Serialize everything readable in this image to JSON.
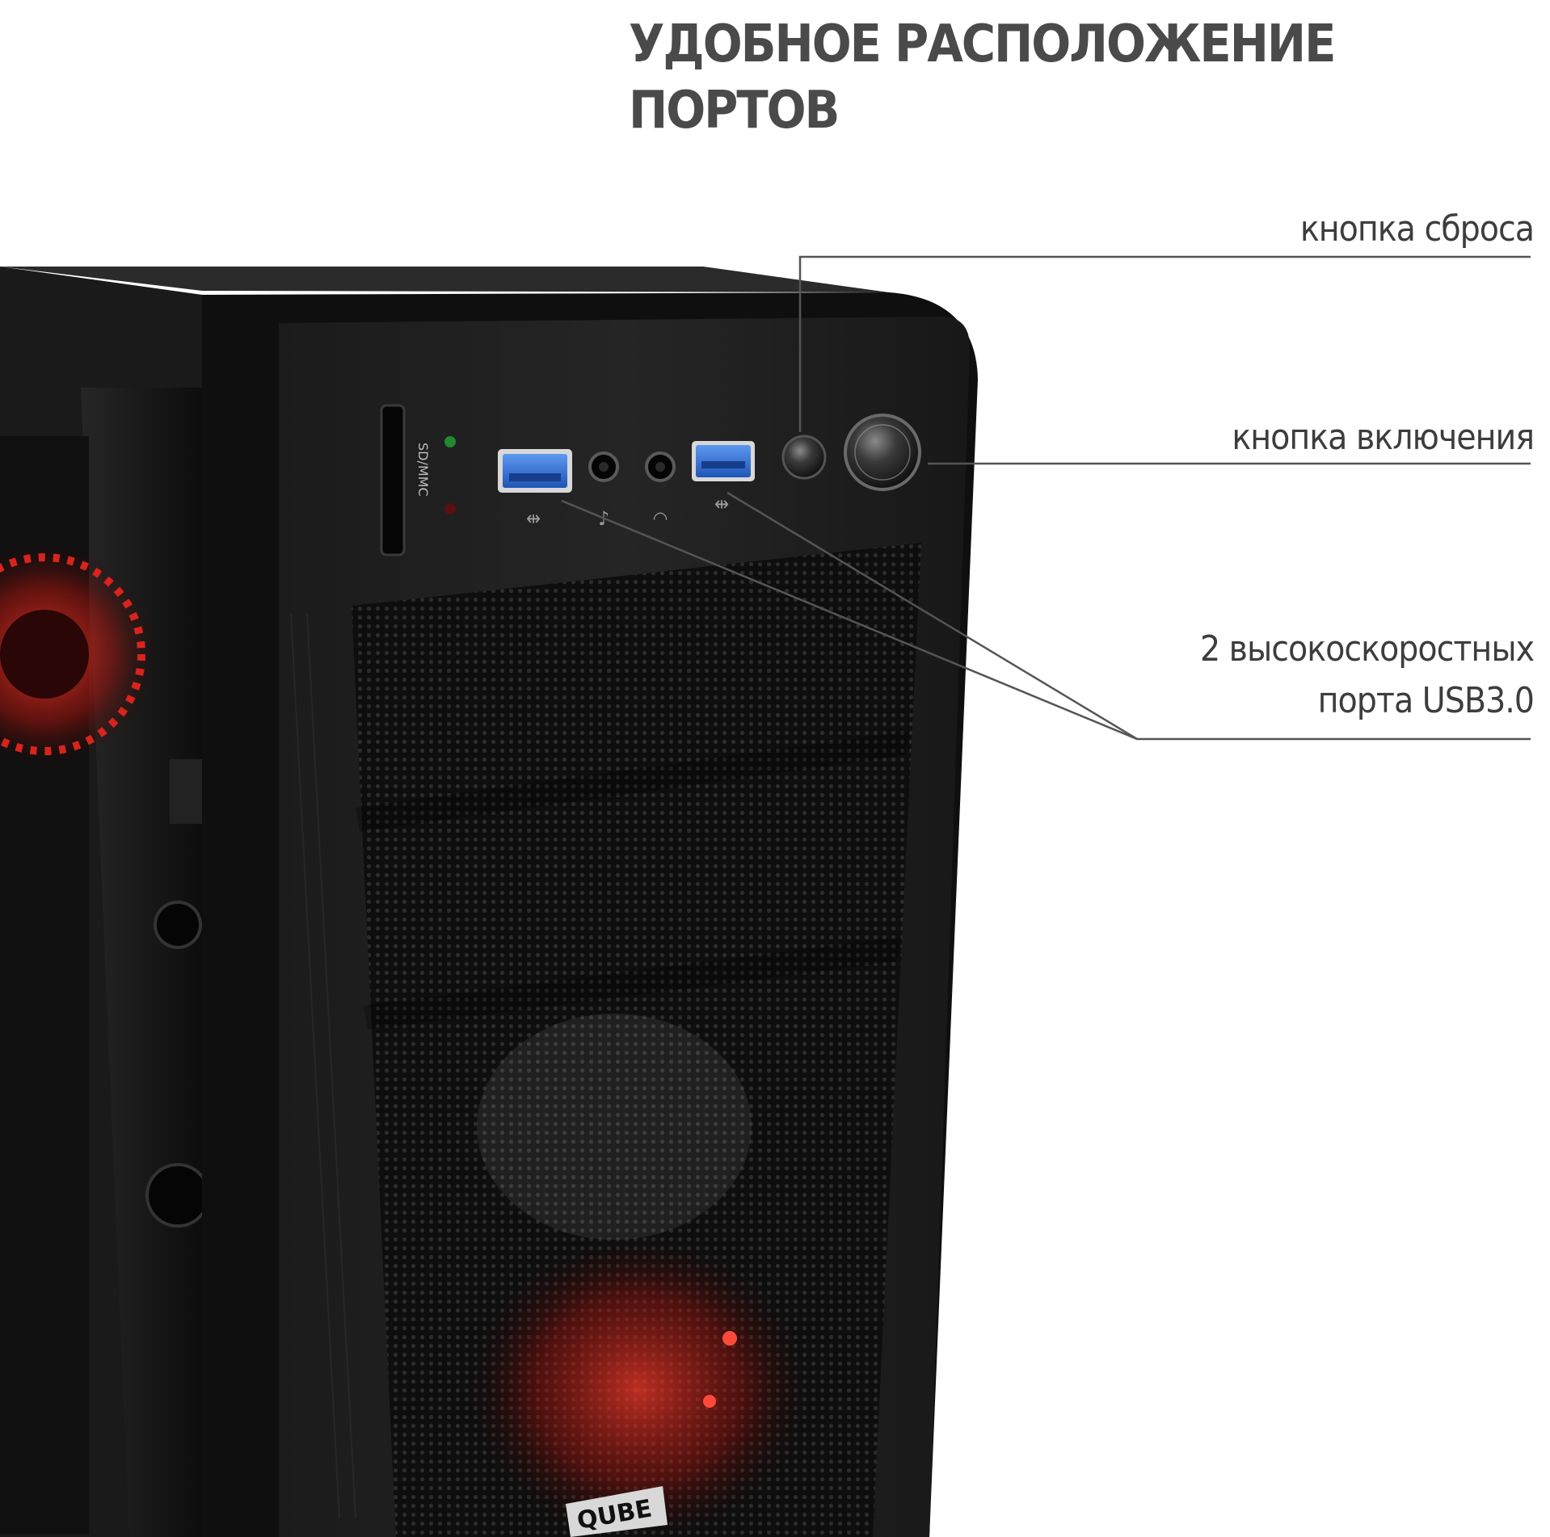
{
  "heading": {
    "line1": "УДОБНОЕ РАСПОЛОЖЕНИЕ",
    "line2": "ПОРТОВ"
  },
  "callouts": {
    "reset": "кнопка сброса",
    "power": "кнопка включения",
    "usb_line1": "2 высокоскоростных",
    "usb_line2": "порта USB3.0"
  },
  "panel_markings": {
    "card_reader": "SD/MMC",
    "brand": "QUBE"
  },
  "icons": [
    "usb-icon",
    "microphone-icon",
    "headphone-icon",
    "usb-icon"
  ],
  "colors": {
    "case_black": "#141414",
    "usb_blue": "#2f6fd6",
    "fan_red": "#e0231f",
    "led_green": "#1f8a2e",
    "text_gray": "#4a4a4a",
    "callout_line": "#555555"
  }
}
